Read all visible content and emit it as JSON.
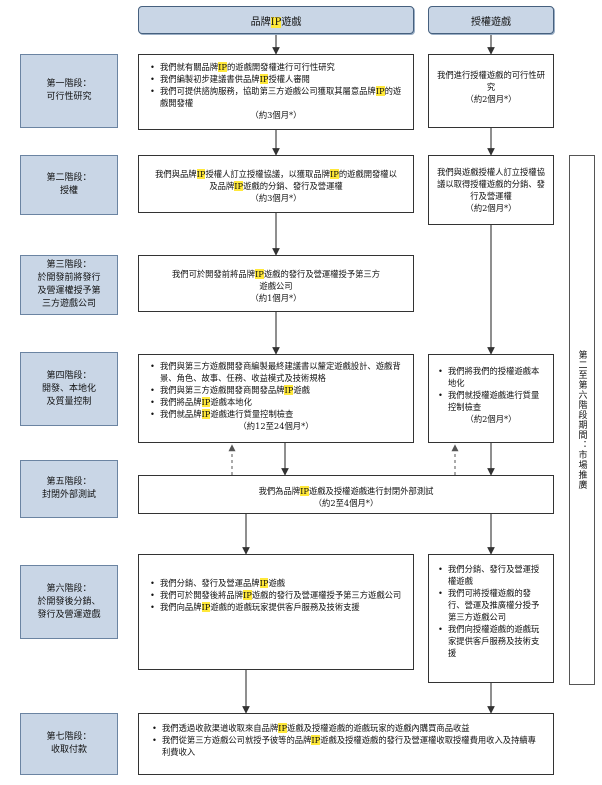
{
  "headers": {
    "brand": "品牌IP遊戲",
    "licensed": "授權遊戲"
  },
  "side_label": "第二至第六階段期間：市場推廣",
  "stages": [
    {
      "label_lines": [
        "第一階段：",
        "可行性研究"
      ],
      "brand": {
        "items": [
          "我們就有關品牌IP的遊戲開發權進行可行性研究",
          "我們編製初步建議書供品牌IP授權人審閱",
          "我們可提供諮詢服務，協助第三方遊戲公司獲取其屬意品牌IP的遊戲開發權"
        ],
        "duration": "（約3個月*）"
      },
      "licensed": {
        "text": "我們進行授權遊戲的可行性研究",
        "duration": "（約2個月*）"
      }
    },
    {
      "label_lines": [
        "第二階段：",
        "授權"
      ],
      "brand": {
        "text": "我們與品牌IP授權人訂立授權協議，以獲取品牌IP的遊戲開發權以及品牌IP遊戲的分銷、發行及營運權",
        "duration": "（約3個月*）"
      },
      "licensed": {
        "text": "我們與遊戲授權人訂立授權協議以取得授權遊戲的分銷、發行及營運權",
        "duration": "（約2個月*）"
      }
    },
    {
      "label_lines": [
        "第三階段：",
        "於開發前將發行",
        "及營運權授予第",
        "三方遊戲公司"
      ],
      "brand": {
        "text": "我們可於開發前將品牌IP遊戲的發行及營運權授予第三方遊戲公司",
        "duration": "（約1個月*）"
      }
    },
    {
      "label_lines": [
        "第四階段：",
        "開發、本地化",
        "及質量控制"
      ],
      "brand": {
        "items": [
          "我們與第三方遊戲開發商編製最終建議書以釐定遊戲設計、遊戲背景、角色、故事、任務、收益模式及技術規格",
          "我們與第三方遊戲開發商開發品牌IP遊戲",
          "我們將品牌IP遊戲本地化",
          "我們就品牌IP遊戲進行質量控制檢查"
        ],
        "duration": "（約12至24個月*）"
      },
      "licensed": {
        "items": [
          "我們將我們的授權遊戲本地化",
          "我們就授權遊戲進行質量控制檢查"
        ],
        "duration": "（約2個月*）"
      }
    },
    {
      "label_lines": [
        "第五階段：",
        "封閉外部測試"
      ],
      "shared": {
        "text": "我們為品牌IP遊戲及授權遊戲進行封閉外部測試",
        "duration": "（約2至4個月*）"
      }
    },
    {
      "label_lines": [
        "第六階段：",
        "於開發後分銷、",
        "發行及營運遊戲"
      ],
      "brand": {
        "items": [
          "我們分銷、發行及營運品牌IP遊戲",
          "我們可於開發後將品牌IP遊戲的發行及營運權授予第三方遊戲公司",
          "我們向品牌IP遊戲的遊戲玩家提供客戶服務及技術支援"
        ]
      },
      "licensed": {
        "items": [
          "我們分銷、發行及營運授權遊戲",
          "我們可將授權遊戲的發行、營運及推廣權分授予第三方遊戲公司",
          "我們向授權遊戲的遊戲玩家提供客戶服務及技術支援"
        ]
      }
    },
    {
      "label_lines": [
        "第七階段：",
        "收取付款"
      ],
      "shared": {
        "items": [
          "我們透過收款渠道收取來自品牌IP遊戲及授權遊戲的遊戲玩家的遊戲內購買商品收益",
          "我們從第三方遊戲公司就授予彼等的品牌IP遊戲及授權遊戲的發行及營運權收取授權費用收入及持續專利費收入"
        ]
      }
    }
  ],
  "colors": {
    "stage_fill": "#c9d6e6",
    "stage_border": "#6b84a2",
    "highlight": "#ffe83a",
    "line": "#333333"
  }
}
